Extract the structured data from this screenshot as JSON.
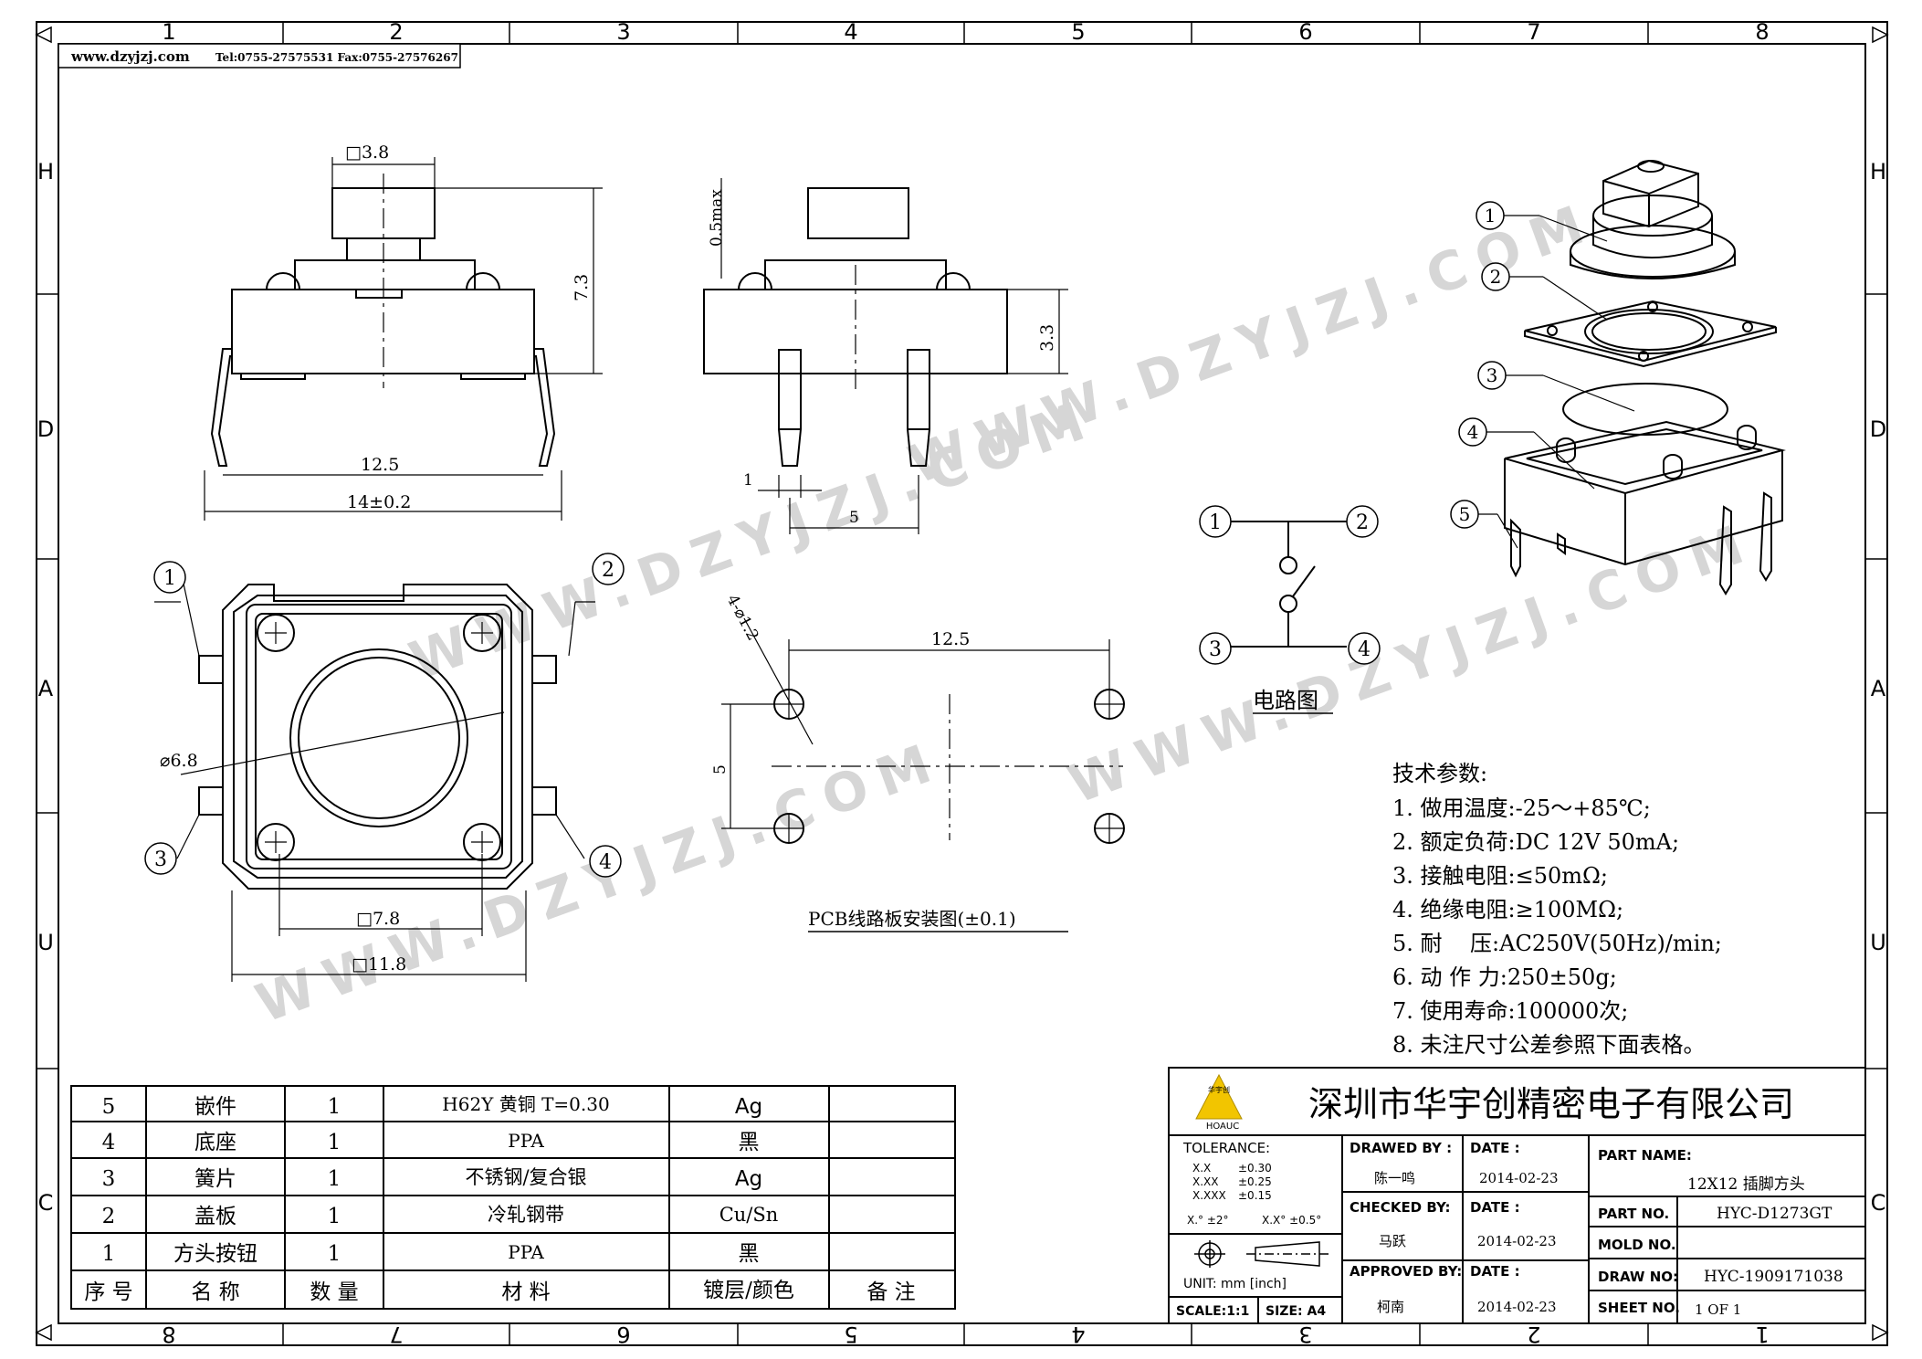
{
  "header": {
    "website": "www.dzyjzj.com",
    "contact": "Tel:0755-27575531  Fax:0755-27576267"
  },
  "frame": {
    "top_numbers": [
      "1",
      "2",
      "3",
      "4",
      "5",
      "6",
      "7",
      "8"
    ],
    "bottom_numbers": [
      "8",
      "7",
      "6",
      "5",
      "4",
      "3",
      "2",
      "1"
    ],
    "left_letters": [
      "H",
      "D",
      "A",
      "U",
      "C"
    ],
    "right_letters": [
      "H",
      "D",
      "A",
      "U",
      "C"
    ]
  },
  "watermark": "WWW.DZYJZJ.COM",
  "views": {
    "front": {
      "dim_top": "□3.8",
      "dim_height": "7.3",
      "dim_width": "12.5",
      "dim_overall": "14±0.2"
    },
    "side": {
      "dim_max": "0.5max",
      "dim_height": "3.3",
      "dim_pin": "1",
      "dim_spacing": "5"
    },
    "top": {
      "dim_dia": "⌀6.8",
      "dim_inner": "□7.8",
      "dim_outer": "□11.8",
      "pins": [
        "1",
        "2",
        "3",
        "4"
      ]
    },
    "pcb": {
      "dim_holes": "4-⌀1.2",
      "dim_width": "12.5",
      "dim_height": "5",
      "caption": "PCB线路板安装图(±0.1)"
    },
    "circuit": {
      "pins": [
        "1",
        "2",
        "3",
        "4"
      ],
      "caption": "电路图"
    },
    "exploded": {
      "parts": [
        "1",
        "2",
        "3",
        "4",
        "5"
      ]
    }
  },
  "specs": {
    "title": "技术参数:",
    "items": [
      "1. 做用温度:-25～+85℃;",
      "2. 额定负荷:DC 12V 50mA;",
      "3. 接触电阻:≤50mΩ;",
      "4. 绝缘电阻:≥100MΩ;",
      "5. 耐    压:AC250V(50Hz)/min;",
      "6. 动 作 力:250±50g;",
      "7. 使用寿命:100000次;",
      "8. 未注尺寸公差参照下面表格。"
    ]
  },
  "bom": {
    "headers": [
      "序 号",
      "名 称",
      "数 量",
      "材 料",
      "镀层/颜色",
      "备 注"
    ],
    "rows": [
      [
        "5",
        "嵌件",
        "1",
        "H62Y 黄铜 T=0.30",
        "Ag",
        ""
      ],
      [
        "4",
        "底座",
        "1",
        "PPA",
        "黑",
        ""
      ],
      [
        "3",
        "簧片",
        "1",
        "不锈钢/复合银",
        "Ag",
        ""
      ],
      [
        "2",
        "盖板",
        "1",
        "冷轧钢带",
        "Cu/Sn",
        ""
      ],
      [
        "1",
        "方头按钮",
        "1",
        "PPA",
        "黑",
        ""
      ]
    ]
  },
  "title_block": {
    "logo_top": "华宇创",
    "logo_text": "HOAUC",
    "company": "深圳市华宇创精密电子有限公司",
    "tolerance_label": "TOLERANCE:",
    "tolerances": [
      [
        "X.X",
        "±0.30"
      ],
      [
        "X.XX",
        "±0.25"
      ],
      [
        "X.XXX",
        "±0.15"
      ]
    ],
    "angle_tol": [
      "X.° ±2°",
      "X.X° ±0.5°"
    ],
    "unit": "UNIT: mm [inch]",
    "scale": "SCALE:1:1",
    "size": "SIZE: A4",
    "drawn_label": "DRAWED BY :",
    "drawn_by": "陈一鸣",
    "checked_label": "CHECKED BY:",
    "checked_by": "马跃",
    "approved_label": "APPROVED BY:",
    "approved_by": "柯南",
    "date_label": "DATE :",
    "dates": [
      "2014-02-23",
      "2014-02-23",
      "2014-02-23"
    ],
    "part_name_label": "PART NAME:",
    "part_name": "12X12 插脚方头",
    "part_no_label": "PART NO.",
    "part_no": "HYC-D1273GT",
    "mold_no_label": "MOLD NO.",
    "mold_no": "",
    "draw_no_label": "DRAW NO:",
    "draw_no": "HYC-1909171038",
    "sheet_label": "SHEET NO.",
    "sheet_no": "1 OF 1"
  },
  "colors": {
    "line": "#000000",
    "watermark": "#d6d6d6",
    "logo": "#f2c500"
  }
}
